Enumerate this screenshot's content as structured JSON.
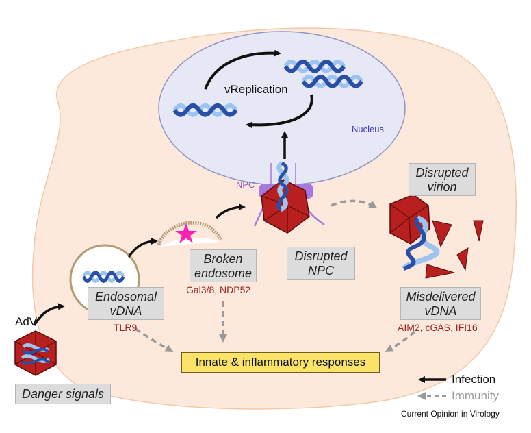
{
  "labels": {
    "replication": "vReplication",
    "nucleus": "Nucleus",
    "npc": "NPC",
    "adv": "AdV"
  },
  "boxes": {
    "endosomal": [
      "Endosomal",
      "vDNA"
    ],
    "broken": [
      "Broken",
      "endosome"
    ],
    "disrupted_npc": [
      "Disrupted",
      "NPC"
    ],
    "disrupted_virion": [
      "Disrupted",
      "virion"
    ],
    "misdelivered": [
      "Misdelivered",
      "vDNA"
    ],
    "danger": "Danger signals"
  },
  "sensors": {
    "tlr": "TLR9",
    "gal": "Gal3/8, NDP52",
    "cyto": "AIM2, cGAS, IFI16"
  },
  "responses": "Innate & inflammatory responses",
  "legend": {
    "infection": "Infection",
    "immunity": "Immunity"
  },
  "credit": "Current Opinion in Virology",
  "colors": {
    "cell": "#fde9dc",
    "nucleus": "#e6e8f6",
    "dna_dark": "#2a4fa6",
    "dna_light": "#9cc4ef",
    "capsid": "#b81f1f",
    "npc": "#a778e0",
    "immunity_arrow": "#9a9a9a",
    "sensor_text": "#9b2424"
  }
}
